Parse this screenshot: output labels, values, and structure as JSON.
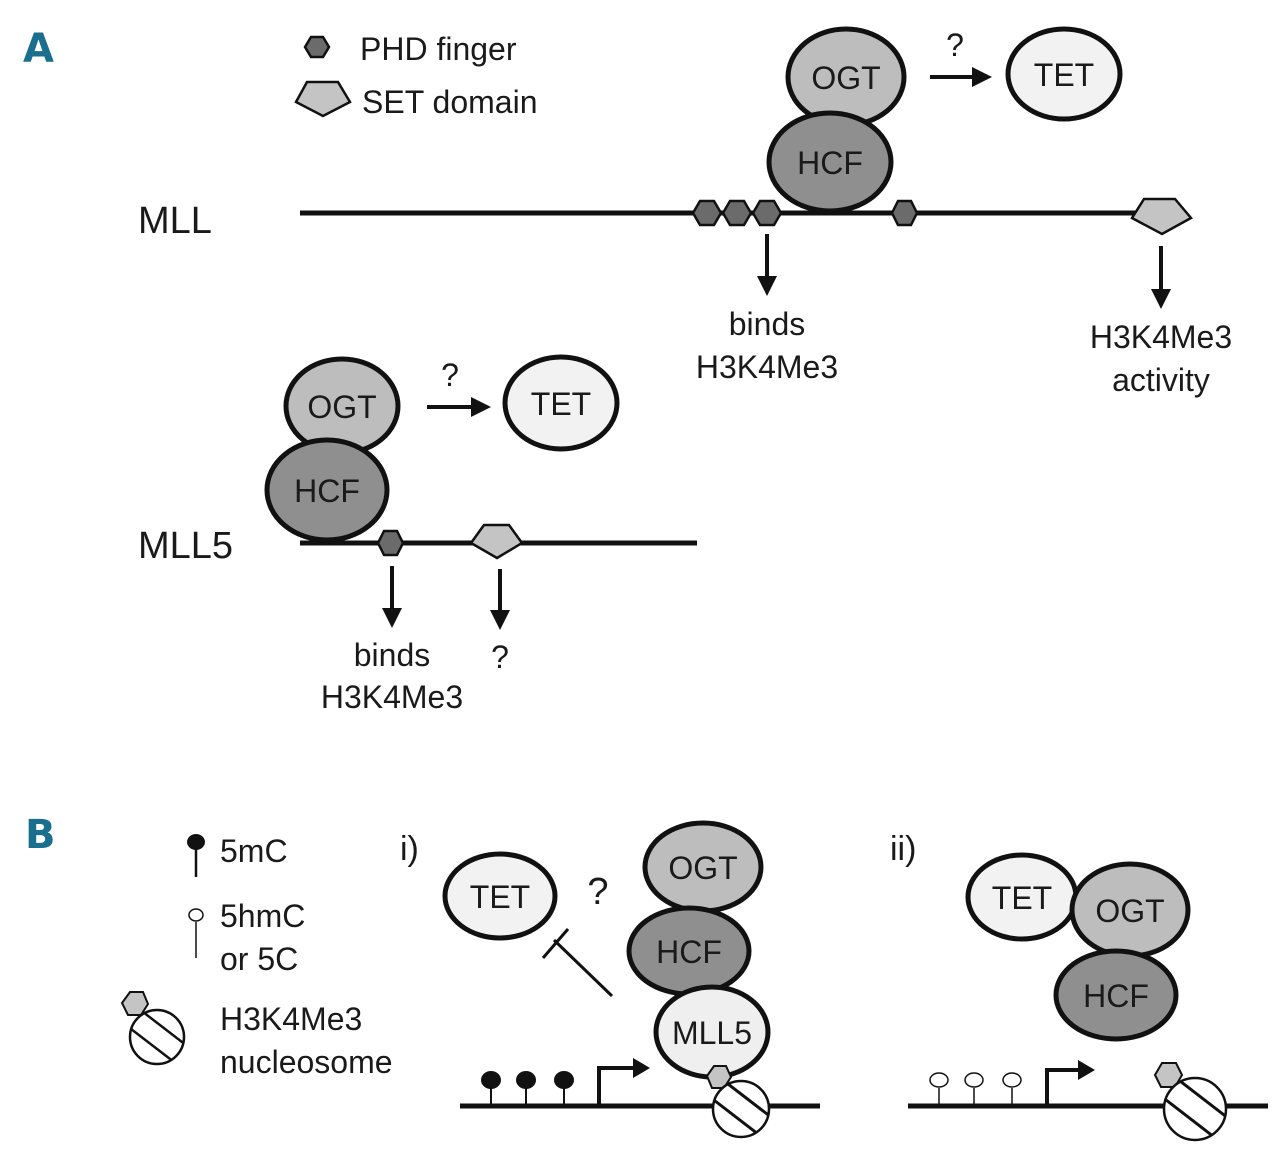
{
  "colors": {
    "panel_label": "#1a6e8e",
    "ogt_fill": "#bdbdbd",
    "hcf_fill": "#8f8f8f",
    "tet_fill": "#f2f2f2",
    "mll5_fill": "#efefef",
    "phd_fill": "#6b6b6b",
    "set_fill": "#c4c4c4",
    "stroke": "#111111"
  },
  "panelA": {
    "label": "A",
    "legend": {
      "phd": "PHD finger",
      "set": "SET domain"
    },
    "mll": {
      "name": "MLL",
      "ogt": "OGT",
      "hcf": "HCF",
      "tet": "TET",
      "question": "?",
      "phd_note": [
        "binds",
        "H3K4Me3"
      ],
      "set_note": [
        "H3K4Me3",
        "activity"
      ]
    },
    "mll5": {
      "name": "MLL5",
      "ogt": "OGT",
      "hcf": "HCF",
      "tet": "TET",
      "question": "?",
      "phd_note": [
        "binds",
        "H3K4Me3"
      ],
      "set_note": "?"
    }
  },
  "panelB": {
    "label": "B",
    "legend": {
      "methyl": "5mC",
      "hydroxy": [
        "5hmC",
        "or 5C"
      ],
      "nucleosome": [
        "H3K4Me3",
        "nucleosome"
      ]
    },
    "i": {
      "label": "i)",
      "tet": "TET",
      "question": "?",
      "ogt": "OGT",
      "hcf": "HCF",
      "mll5": "MLL5"
    },
    "ii": {
      "label": "ii)",
      "tet": "TET",
      "ogt": "OGT",
      "hcf": "HCF"
    }
  }
}
